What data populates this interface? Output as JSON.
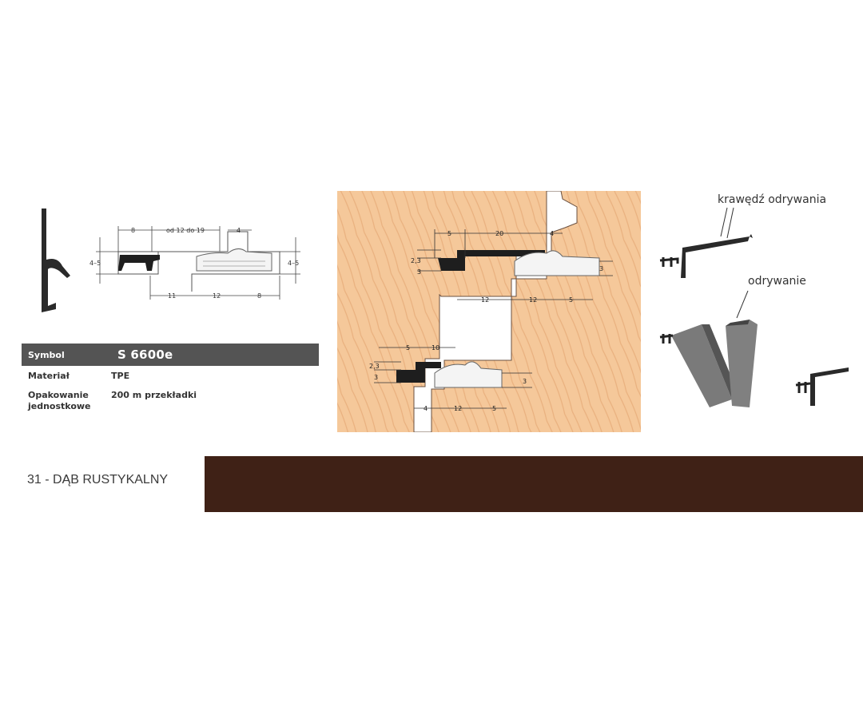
{
  "left_drawing": {
    "dims": {
      "top_a": "8",
      "top_b": "od 12 do 19",
      "top_c": "4",
      "side_left": "4–5",
      "side_right": "4–5",
      "bottom_a": "11",
      "bottom_b": "12",
      "bottom_c": "8"
    }
  },
  "spec": {
    "header_label": "Symbol",
    "header_value": "S 6600e",
    "rows": [
      {
        "label": "Materiał",
        "value": "TPE"
      },
      {
        "label": "Opakowanie jednostkowe",
        "label_line1": "Opakowanie",
        "label_line2": "jednostkowe",
        "value": "200 m przekładki"
      }
    ]
  },
  "door_section": {
    "top": {
      "d1": "5",
      "d2": "20",
      "d3": "4",
      "left1": "2,3",
      "left2": "3",
      "right1": "3",
      "mid1": "12",
      "mid2": "12",
      "mid3": "5"
    },
    "bottom": {
      "d1": "5",
      "d2": "10",
      "left1": "2,3",
      "left2": "3",
      "right1": "3",
      "b1": "4",
      "b2": "12",
      "b3": "5"
    },
    "colors": {
      "wood": "#f5c89a",
      "wood_grain": "#e8b080"
    }
  },
  "peel": {
    "edge_label": "krawędź odrywania",
    "peel_label": "odrywanie"
  },
  "swatch": {
    "label": "31 - DĄB RUSTYKALNY",
    "color": "#3f2116"
  }
}
